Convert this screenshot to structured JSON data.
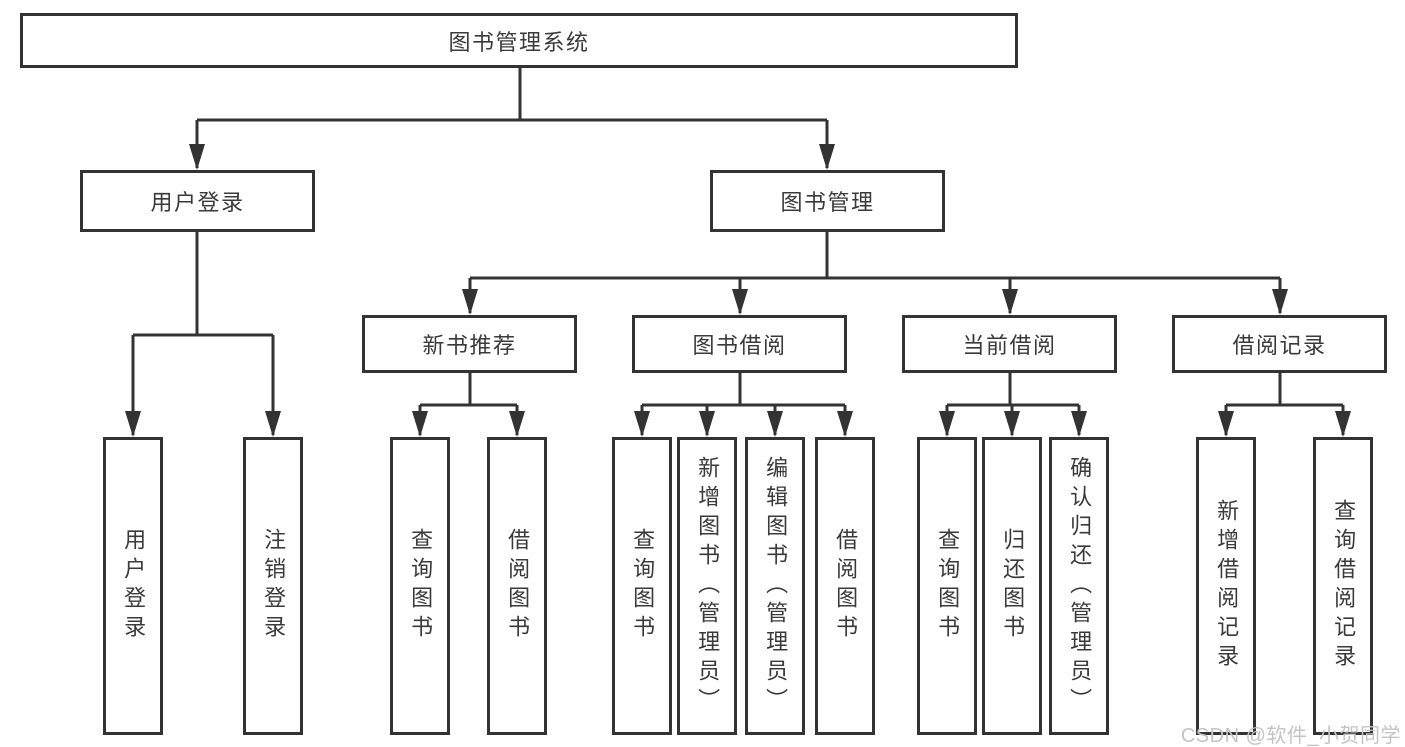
{
  "diagram": {
    "root": {
      "label": "图书管理系统"
    },
    "branches": [
      {
        "label": "用户登录",
        "children": [
          {
            "label": "用户登录"
          },
          {
            "label": "注销登录"
          }
        ]
      },
      {
        "label": "图书管理",
        "children": [
          {
            "label": "新书推荐",
            "children": [
              {
                "label": "查询图书"
              },
              {
                "label": "借阅图书"
              }
            ]
          },
          {
            "label": "图书借阅",
            "children": [
              {
                "label": "查询图书"
              },
              {
                "label": "新增图书（管理员）"
              },
              {
                "label": "编辑图书（管理员）"
              },
              {
                "label": "借阅图书"
              }
            ]
          },
          {
            "label": "当前借阅",
            "children": [
              {
                "label": "查询图书"
              },
              {
                "label": "归还图书"
              },
              {
                "label": "确认归还（管理员）"
              }
            ]
          },
          {
            "label": "借阅记录",
            "children": [
              {
                "label": "新增借阅记录"
              },
              {
                "label": "查询借阅记录"
              }
            ]
          }
        ]
      }
    ]
  },
  "watermark": {
    "text": "CSDN @软件_小贺同学"
  },
  "colors": {
    "line": "#333333",
    "box_border": "#333333",
    "text": "#3a3a3a",
    "watermark": "#c4c4c4",
    "background": "#ffffff"
  }
}
